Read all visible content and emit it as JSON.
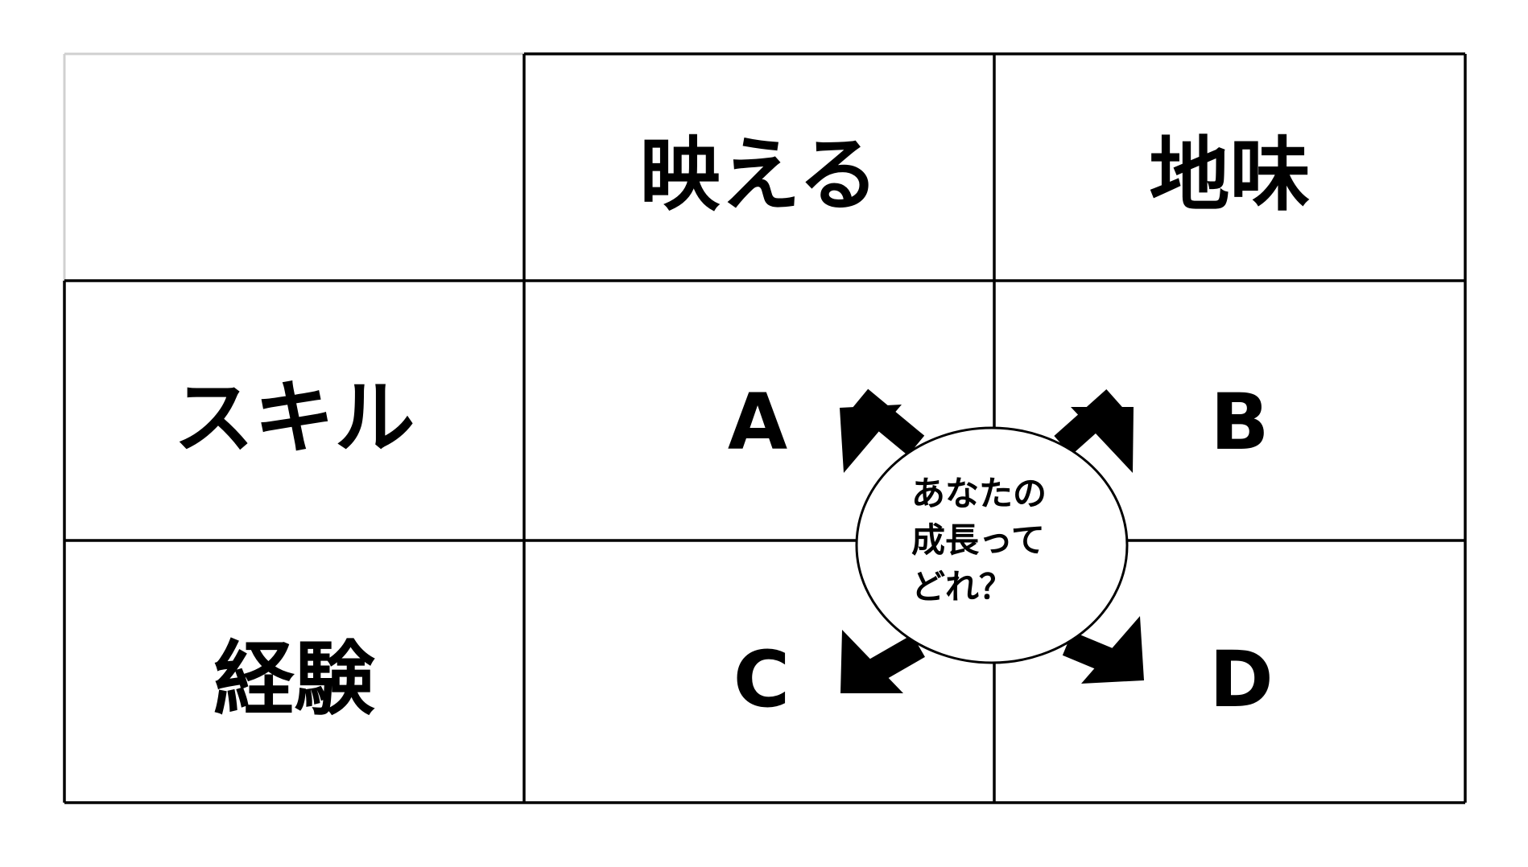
{
  "columns": [
    "映える",
    "地味"
  ],
  "rows": [
    "スキル",
    "経験"
  ],
  "quadrants": [
    "A",
    "B",
    "C",
    "D"
  ],
  "center": {
    "lines": [
      "あなたの",
      "成長って",
      "どれ？"
    ]
  }
}
